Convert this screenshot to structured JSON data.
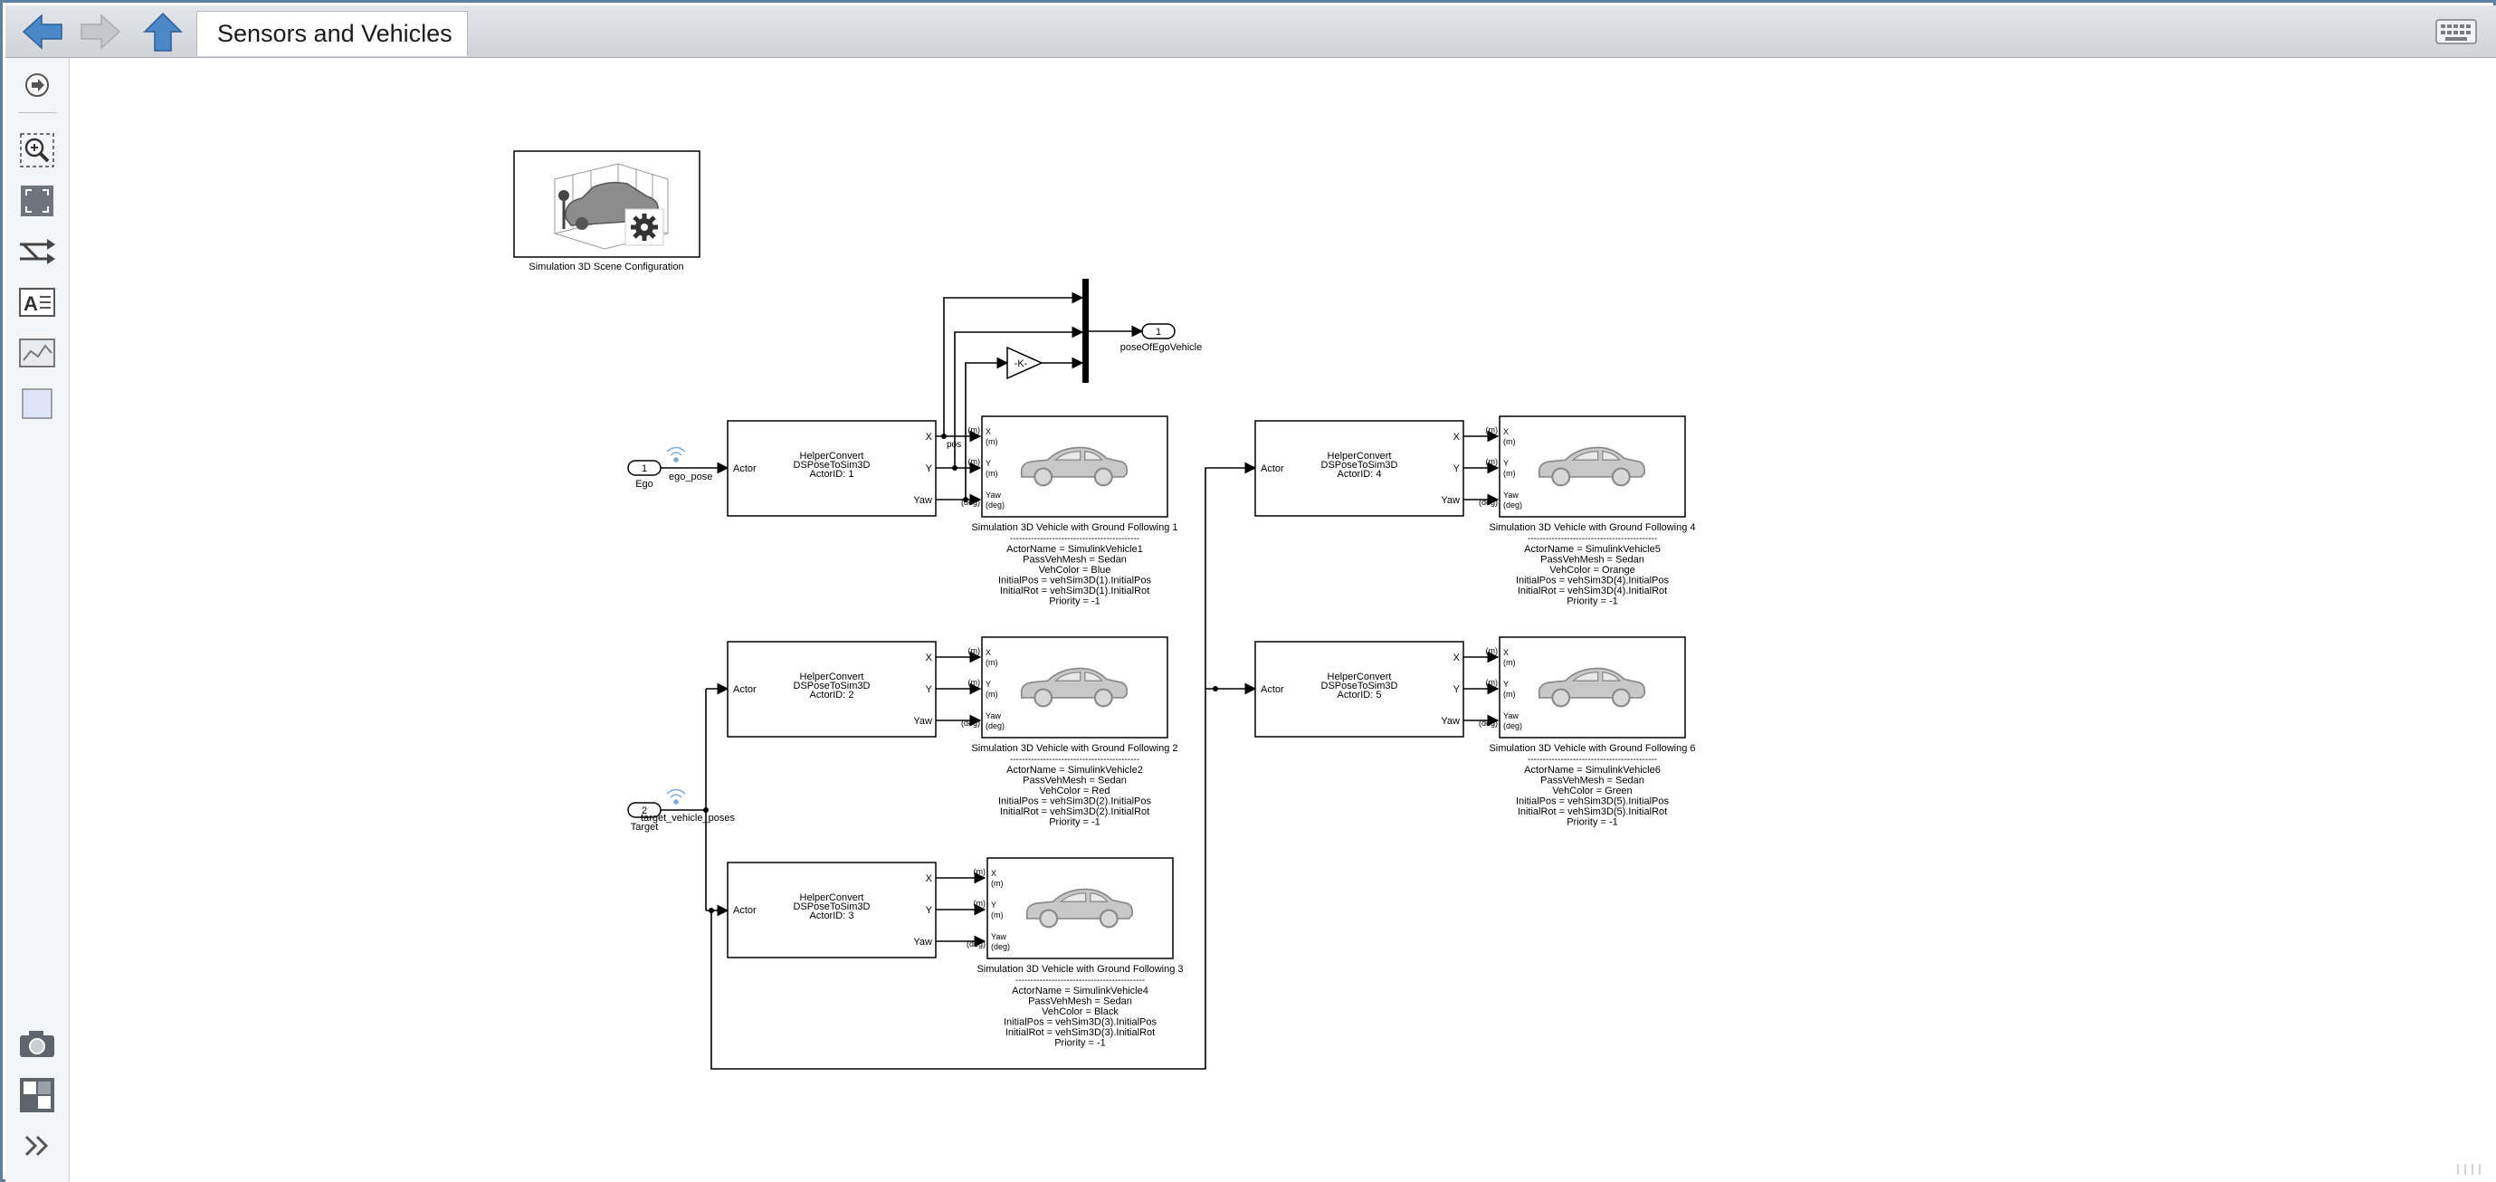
{
  "window": {
    "title": "Sensors and Vehicles",
    "nav": {
      "back_icon": "back-arrow-icon",
      "forward_icon": "forward-arrow-icon",
      "up_icon": "up-arrow-icon"
    },
    "colors": {
      "nav_blue": "#4a88c9",
      "frame_blue": "#5e7fa3"
    }
  },
  "sidebar": {
    "tools": [
      {
        "icon": "navigate-icon"
      },
      {
        "icon": "zoom-icon"
      },
      {
        "icon": "fit-to-view-icon"
      },
      {
        "icon": "signal-routing-icon"
      },
      {
        "icon": "annotation-icon"
      },
      {
        "icon": "image-icon"
      },
      {
        "icon": "area-icon"
      },
      {
        "icon": "camera-icon"
      },
      {
        "icon": "model-browser-icon"
      },
      {
        "icon": "expand-icon"
      }
    ]
  },
  "diagram": {
    "scene_config": {
      "label": "Simulation 3D Scene Configuration"
    },
    "inports": [
      {
        "number": "1",
        "name": "Ego",
        "signal": "ego_pose"
      },
      {
        "number": "2",
        "name": "Target",
        "signal": "target_vehicle_poses"
      }
    ],
    "outport": {
      "number": "1",
      "name": "poseOfEgoVehicle"
    },
    "gain": {
      "label": "-K-"
    },
    "pos_label": "pos",
    "converters": [
      {
        "line1": "HelperConvert",
        "line2": "DSPoseToSim3D",
        "line3": "ActorID: 1",
        "in": "Actor",
        "outs": [
          "X",
          "Y",
          "Yaw"
        ]
      },
      {
        "line1": "HelperConvert",
        "line2": "DSPoseToSim3D",
        "line3": "ActorID: 2",
        "in": "Actor",
        "outs": [
          "X",
          "Y",
          "Yaw"
        ]
      },
      {
        "line1": "HelperConvert",
        "line2": "DSPoseToSim3D",
        "line3": "ActorID: 3",
        "in": "Actor",
        "outs": [
          "X",
          "Y",
          "Yaw"
        ]
      },
      {
        "line1": "HelperConvert",
        "line2": "DSPoseToSim3D",
        "line3": "ActorID: 4",
        "in": "Actor",
        "outs": [
          "X",
          "Y",
          "Yaw"
        ]
      },
      {
        "line1": "HelperConvert",
        "line2": "DSPoseToSim3D",
        "line3": "ActorID: 5",
        "in": "Actor",
        "outs": [
          "X",
          "Y",
          "Yaw"
        ]
      }
    ],
    "units": {
      "x": "(m)",
      "y": "(m)",
      "yaw": "(deg)"
    },
    "vehicles": [
      {
        "title": "Simulation 3D Vehicle with Ground Following 1",
        "sep": "-------------------------------------------",
        "actor": "ActorName = SimulinkVehicle1",
        "mesh": "PassVehMesh = Sedan",
        "color": "VehColor = Blue",
        "pos": "InitialPos = vehSim3D(1).InitialPos",
        "rot": "InitialRot = vehSim3D(1).InitialRot",
        "priority": "Priority = -1"
      },
      {
        "title": "Simulation 3D Vehicle with Ground Following 2",
        "sep": "-------------------------------------------",
        "actor": "ActorName = SimulinkVehicle2",
        "mesh": "PassVehMesh = Sedan",
        "color": "VehColor = Red",
        "pos": "InitialPos = vehSim3D(2).InitialPos",
        "rot": "InitialRot = vehSim3D(2).InitialRot",
        "priority": "Priority = -1"
      },
      {
        "title": "Simulation 3D Vehicle with Ground Following 3",
        "sep": "-------------------------------------------",
        "actor": "ActorName = SimulinkVehicle4",
        "mesh": "PassVehMesh = Sedan",
        "color": "VehColor = Black",
        "pos": "InitialPos = vehSim3D(3).InitialPos",
        "rot": "InitialRot = vehSim3D(3).InitialRot",
        "priority": "Priority = -1"
      },
      {
        "title": "Simulation 3D Vehicle with Ground Following 4",
        "sep": "-------------------------------------------",
        "actor": "ActorName = SimulinkVehicle5",
        "mesh": "PassVehMesh = Sedan",
        "color": "VehColor = Orange",
        "pos": "InitialPos = vehSim3D(4).InitialPos",
        "rot": "InitialRot = vehSim3D(4).InitialRot",
        "priority": "Priority = -1"
      },
      {
        "title": "Simulation 3D Vehicle with Ground Following 6",
        "sep": "-------------------------------------------",
        "actor": "ActorName = SimulinkVehicle6",
        "mesh": "PassVehMesh = Sedan",
        "color": "VehColor = Green",
        "pos": "InitialPos = vehSim3D(5).InitialPos",
        "rot": "InitialRot = vehSim3D(5).InitialRot",
        "priority": "Priority = -1"
      }
    ]
  }
}
